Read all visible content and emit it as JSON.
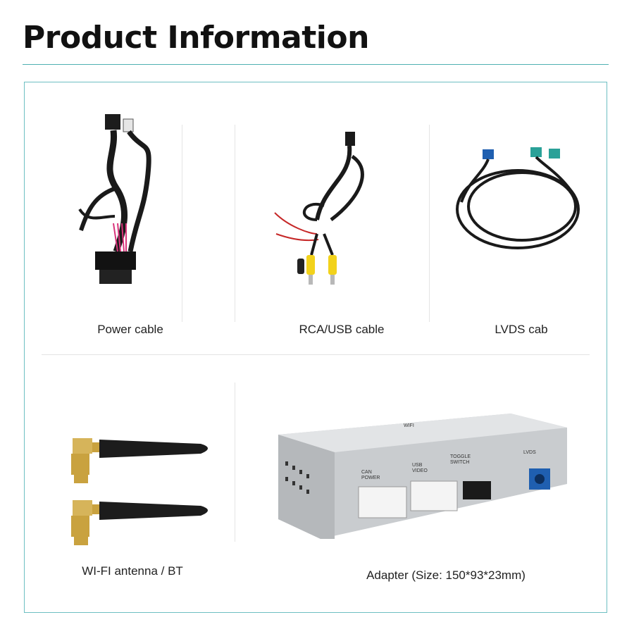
{
  "page": {
    "title": "Product Information"
  },
  "items": [
    {
      "label": "Power cable",
      "icon": "power-cable-harness-icon"
    },
    {
      "label": "RCA/USB cable",
      "icon": "rca-usb-cable-icon"
    },
    {
      "label": "LVDS cab",
      "icon": "lvds-cable-icon"
    },
    {
      "label": "WI-FI antenna / BT",
      "icon": "wifi-antenna-icon"
    },
    {
      "label": "Adapter (Size: 150*93*23mm)",
      "icon": "adapter-box-icon"
    }
  ],
  "adapter": {
    "port_labels": [
      "CAN POWER",
      "USB VIDEO",
      "TOGGLE SWITCH",
      "LVDS",
      "WIFI"
    ]
  },
  "colors": {
    "accent": "#6dbfc2",
    "adapter_body": "#c9cccf",
    "connector_blue": "#1f5fb0",
    "connector_teal": "#2aa198",
    "rca_yellow": "#f2d21b"
  }
}
